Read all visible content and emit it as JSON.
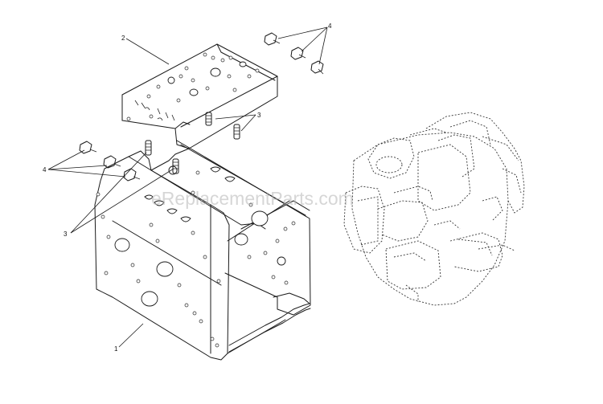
{
  "watermark": "eReplacementParts.com",
  "callouts": [
    {
      "id": "1",
      "label": "1"
    },
    {
      "id": "2",
      "label": "2"
    },
    {
      "id": "3a",
      "label": "3"
    },
    {
      "id": "3b",
      "label": "3"
    },
    {
      "id": "4a",
      "label": "4"
    },
    {
      "id": "4b",
      "label": "4"
    }
  ]
}
